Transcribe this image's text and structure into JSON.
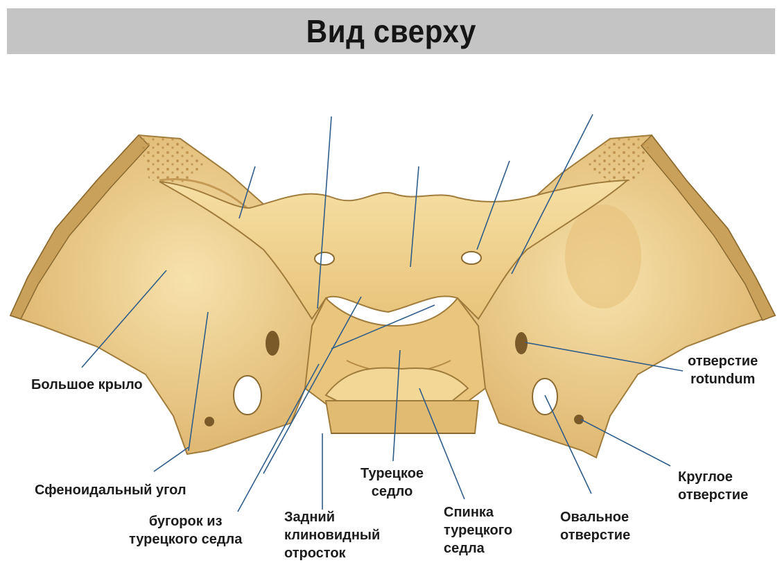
{
  "title": "Вид сверху",
  "labels": {
    "greater_wing": "Большое крыло",
    "sphenoidal_angle": "Сфеноидальный угол",
    "tuberculum_line1": "бугорок из",
    "tuberculum_line2": "турецкого седла",
    "posterior_clinoid_line1": "Задний",
    "posterior_clinoid_line2": "клиновидный",
    "posterior_clinoid_line3": "отросток",
    "sella_line1": "Турецкое",
    "sella_line2": "седло",
    "dorsum_line1": "Спинка",
    "dorsum_line2": "турецкого",
    "dorsum_line3": "седла",
    "oval_line1": "Овальное",
    "oval_line2": "отверстие",
    "round_line1": "Круглое",
    "round_line2": "отверстие",
    "rotundum_line1": "отверстие",
    "rotundum_line2": "rotundum"
  },
  "colors": {
    "bone": "#f1d28e",
    "bone_shadow": "#d9b066",
    "bone_dark": "#a07c3c",
    "leader_line": "#2f5d8a",
    "title_bg": "#c4c4c4"
  }
}
